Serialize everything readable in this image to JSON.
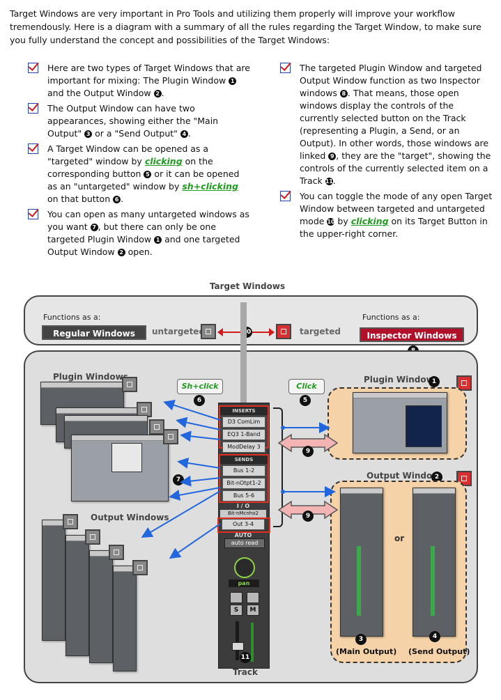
{
  "intro": "Target Windows are very important in Pro Tools and utilizing them properly will improve your workflow tremendously. Here is a diagram with a summary of all the rules regarding the Target Window, to make sure you fully understand the concept and possibilities of the Target Windows:",
  "left_list": [
    {
      "a": "Here are two types of Target Windows that are important for mixing: The Plugin Window ",
      "n1": "1",
      "b": " and the Output Window ",
      "n2": "2",
      "c": "."
    },
    {
      "a": "The Output Window can have two appearances, showing either the \"Main Output\" ",
      "n1": "3",
      "b": " or a \"Send Output\" ",
      "n2": "4",
      "c": "."
    },
    {
      "a": "A Target Window can be opened as a \"targeted\" window by ",
      "g1": "clicking",
      "b": " on the corresponding button ",
      "n1": "5",
      "c": " or it can be opened as an \"untargeted\" window by ",
      "g2": "sh+clicking",
      "d": " on that button ",
      "n2": "6",
      "e": "."
    },
    {
      "a": "You can open as many untargeted windows as you want ",
      "n1": "7",
      "b": ", but there can only be one targeted Plugin Window ",
      "n2": "1",
      "c": " and one targeted Output Window ",
      "n3": "2",
      "d": " open."
    }
  ],
  "right_list": [
    {
      "a": "The targeted Plugin Window and targeted Output Window function as two Inspector windows ",
      "n1": "8",
      "b": ". That means, those open windows display the controls of the currently selected button on the Track (representing a Plugin, a Send, or an Output). In other words, those windows are linked ",
      "n2": "9",
      "c": ", they are the \"target\", showing the controls of the currently selected item on a Track ",
      "n3": "11",
      "d": "."
    },
    {
      "a": "You can toggle the mode of any open Target Window between targeted and untargeted mode ",
      "n1": "10",
      "b": " by ",
      "g1": "clicking",
      "c": " on its Target Button in the upper-right corner."
    }
  ],
  "diagram": {
    "title": "Target Windows",
    "functions_left": "Functions as a:",
    "functions_right": "Functions as a:",
    "regular_windows": "Regular Windows",
    "inspector_windows": "Inspector Windows",
    "untargeted": "untargeted",
    "targeted": "targeted",
    "plugin_windows": "Plugin Windows",
    "output_windows": "Output Windows",
    "plugin_window": "Plugin Window",
    "output_window": "Output Window",
    "shclick": "Sh+click",
    "click": "Click",
    "inserts": "INSERTS",
    "insert_items": [
      "D3 ComLim",
      "EQ3 1-Band",
      "ModDelay 3"
    ],
    "sends": "SENDS",
    "send_items": [
      "Bus 1-2",
      "Bit-nOtpt1-2",
      "Bus 5-6"
    ],
    "io": "I / O",
    "io_input": "Bit-nMcnho2",
    "io_output": "Out 3-4",
    "auto": "AUTO",
    "auto_mode": "auto read",
    "pan": "pan",
    "track": "Track",
    "or": "or",
    "main_output": "(Main Output)",
    "send_output": "(Send Output)",
    "num": {
      "n1": "1",
      "n2": "2",
      "n3": "3",
      "n4": "4",
      "n5": "5",
      "n6": "6",
      "n7": "7",
      "n8": "8",
      "n9": "9",
      "n10": "10",
      "n11": "11"
    }
  },
  "colors": {
    "accent_red": "#e03020",
    "link_blue": "#2266dd",
    "green": "#1f9c1f",
    "inspector": "#b0102a"
  }
}
